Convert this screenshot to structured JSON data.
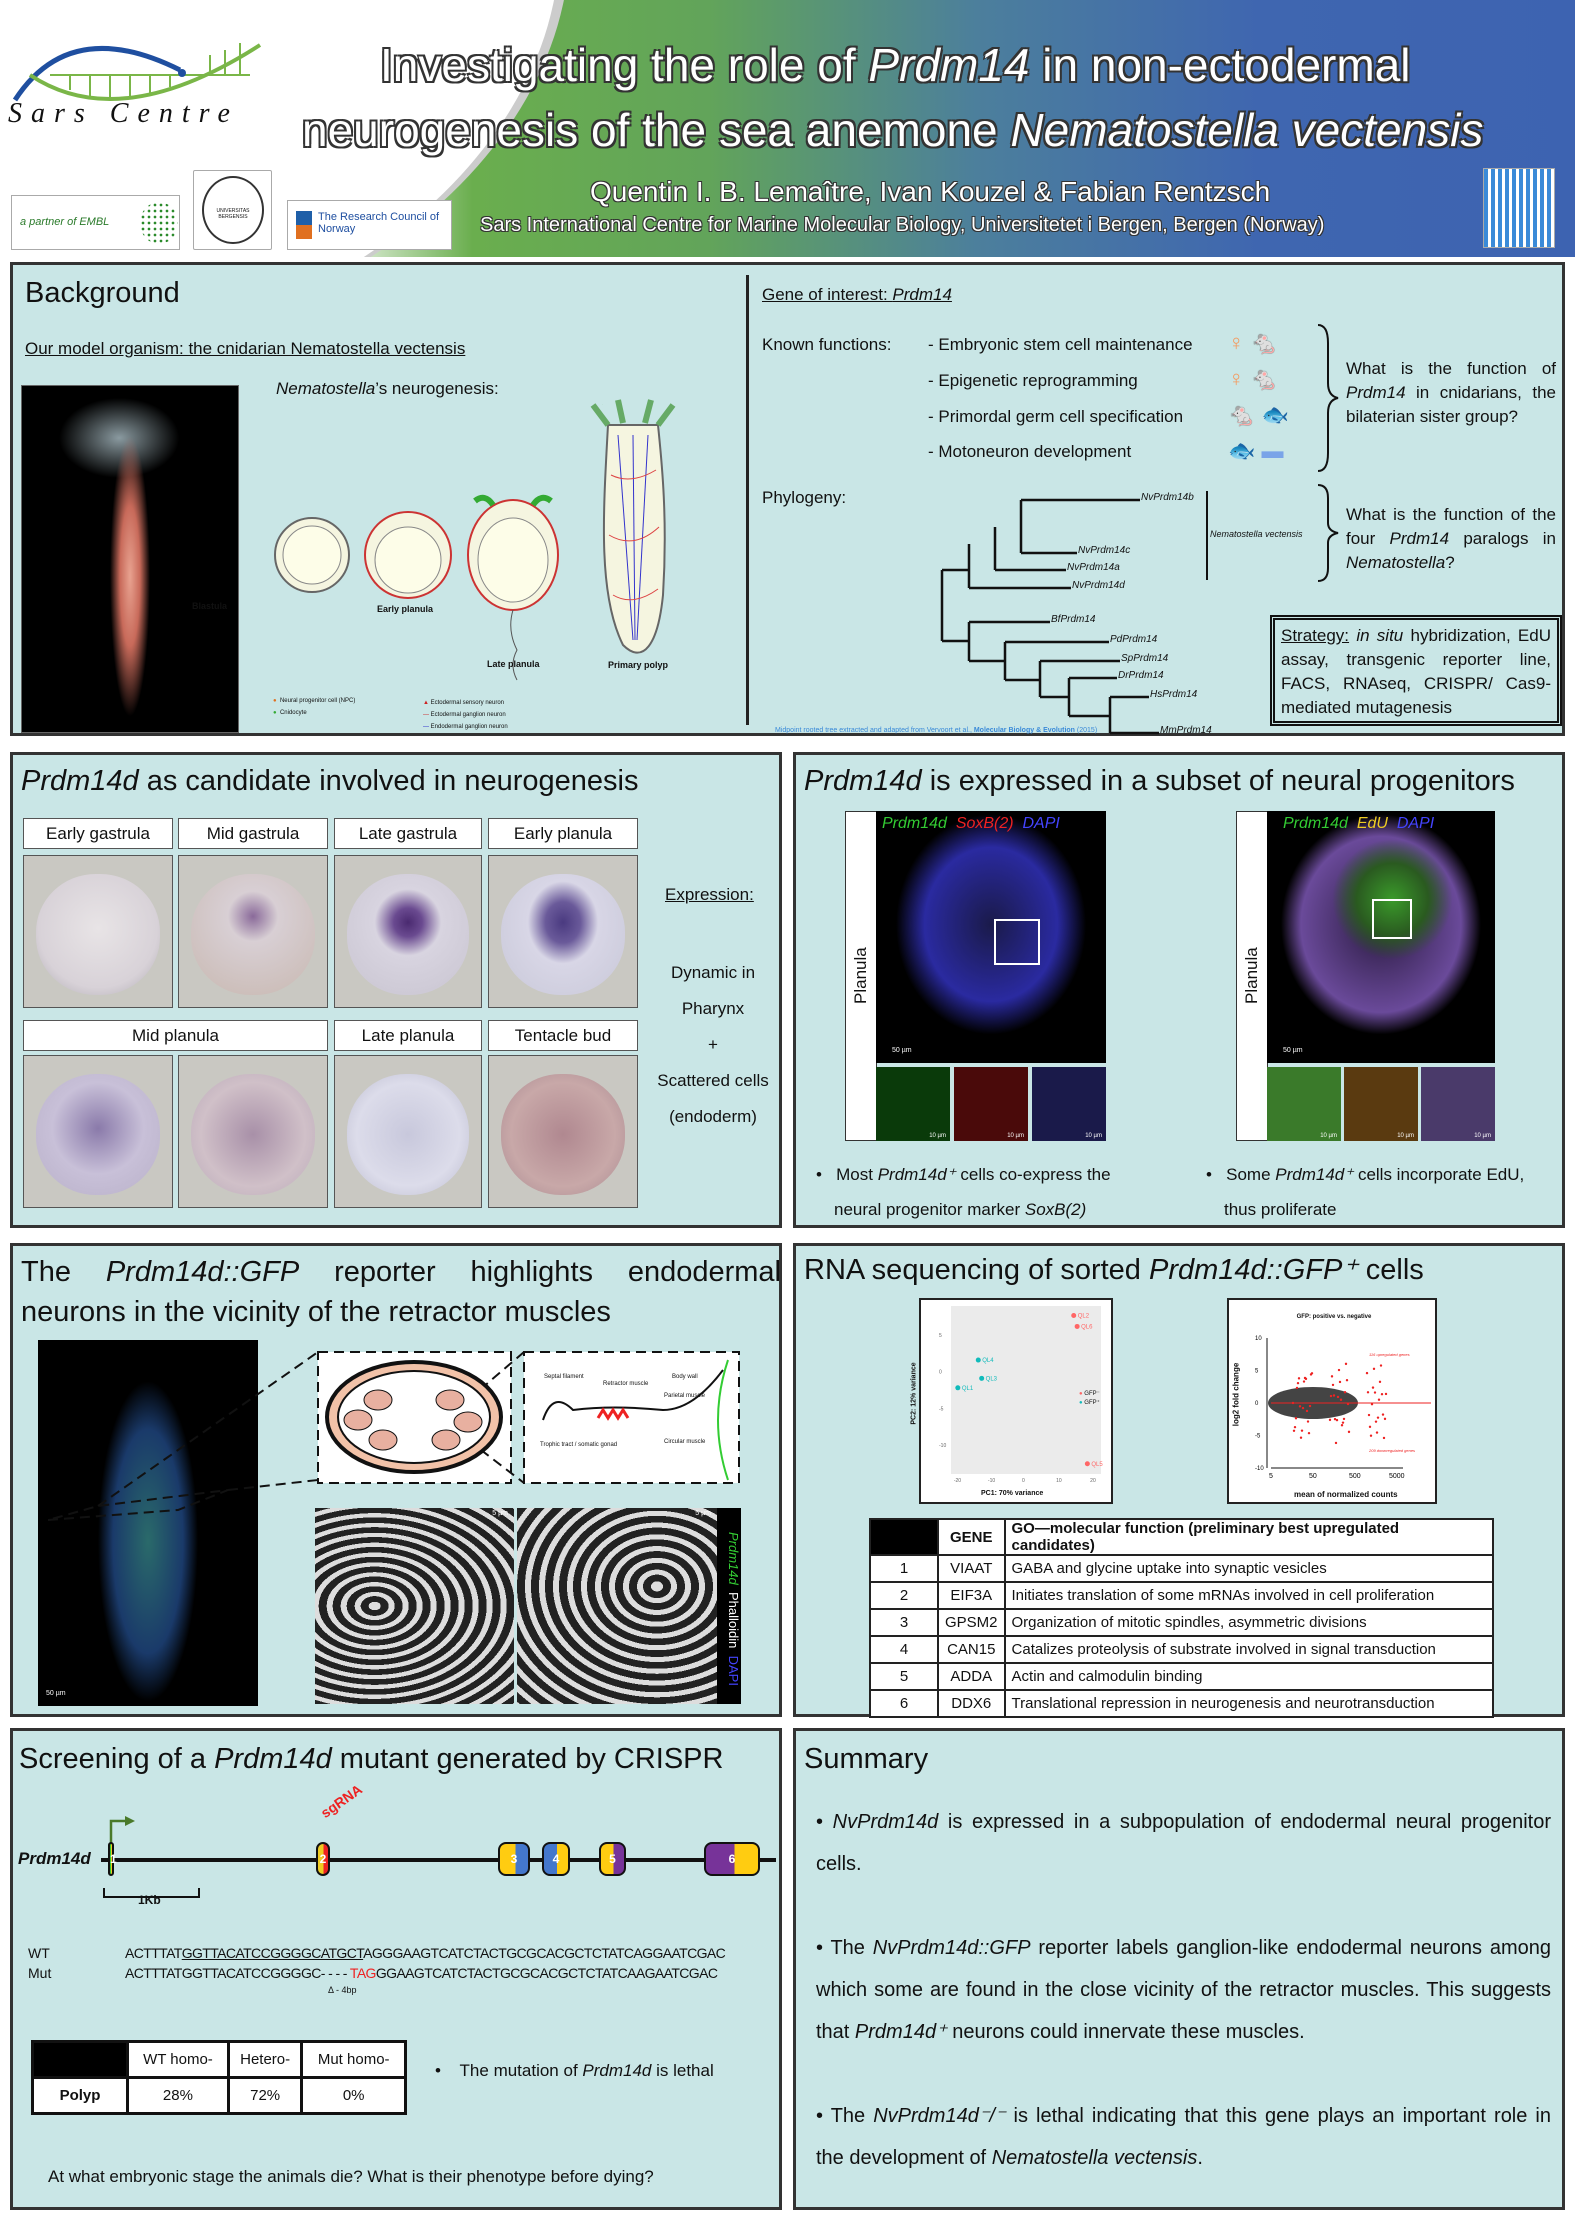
{
  "header": {
    "title_line1_a": "Investigating the role of ",
    "title_line1_b": "Prdm14",
    "title_line1_c": " in non-ectodermal",
    "title_line2_a": "neurogenesis of the sea anemone ",
    "title_line2_b": "Nematostella vectensis",
    "authors": "Quentin I. B. Lemaître, Ivan Kouzel & Fabian Rentzsch",
    "affiliation": "Sars International Centre for Marine Molecular Biology, Universitetet i Bergen, Bergen (Norway)",
    "logo_sars": "Sars Centre",
    "logo_embl": "a partner of EMBL",
    "logo_bergen": "UNIVERSITAS BERGENSIS",
    "logo_rcn": "The Research Council of Norway"
  },
  "background": {
    "title": "Background",
    "model_heading": "Our model organism: the cnidarian Nematostella vectensis",
    "neuro_a": "Nematostella",
    "neuro_b": "’s neurogenesis:",
    "stages": [
      "Blastula",
      "Early planula",
      "Late planula",
      "Primary polyp"
    ],
    "legend": [
      "Neural progenitor cell (NPC)",
      "Cnidocyte",
      "Ectodermal sensory neuron",
      "Ectodermal ganglion neuron",
      "Endodermal ganglion neuron"
    ],
    "gene_heading_a": "Gene of interest: ",
    "gene_heading_b": "Prdm14",
    "known_label": "Known functions:",
    "functions": [
      "- Embryonic stem cell maintenance",
      "- Epigenetic reprogramming",
      "- Primordal germ cell specification",
      "- Motoneuron development"
    ],
    "q1_a": "What is the function of ",
    "q1_b": "Prdm14",
    "q1_c": " in cnidarians, the bilaterian sister group?",
    "phylogeny_label": "Phylogeny:",
    "tree_leaves": [
      "NvPrdm14b",
      "NvPrdm14c",
      "NvPrdm14a",
      "NvPrdm14d",
      "BfPrdm14",
      "PdPrdm14",
      "SpPrdm14",
      "DrPrdm14",
      "HsPrdm14",
      "MmPrdm14"
    ],
    "clade_label": "Nematostella vectensis",
    "q2_a": "What is the function of the four ",
    "q2_b": "Prdm14",
    "q2_c": " paralogs in ",
    "q2_d": "Nematostella",
    "q2_e": "?",
    "strategy_label": "Strategy:",
    "strategy_a": "in situ",
    "strategy_b": " hybridization, EdU assay, transgenic reporter line, FACS, RNAseq, CRISPR/ Cas9-mediated mutagenesis",
    "credit_a": "Midpoint rooted tree extracted and adapted from Vervoort et al., ",
    "credit_b": "Molecular Biology & Evolution",
    "credit_c": " (2015)"
  },
  "candidate": {
    "title_a": "Prdm14d",
    "title_b": " as candidate involved in neurogenesis",
    "stages_row1": [
      "Early gastrula",
      "Mid gastrula",
      "Late gastrula",
      "Early planula"
    ],
    "stages_row2": [
      "Mid planula",
      "Late planula",
      "Tentacle bud"
    ],
    "expression_label": "Expression:",
    "expression_lines": [
      "Dynamic in",
      "Pharynx",
      "+",
      "Scattered cells",
      "(endoderm)"
    ]
  },
  "progenitors": {
    "title_a": "Prdm14d",
    "title_b": " is expressed in a subset of neural progenitors",
    "planula": "Planula",
    "img1_ch": [
      "Prdm14d",
      "SoxB(2)",
      "DAPI"
    ],
    "img2_ch": [
      "Prdm14d",
      "EdU",
      "DAPI"
    ],
    "scale": "50 µm",
    "inset_scale": "10 µm",
    "bullet1_a": "Most ",
    "bullet1_b": "Prdm14d⁺",
    "bullet1_c": " cells co-express the neural progenitor marker ",
    "bullet1_d": "SoxB(2)",
    "bullet2_a": "Some ",
    "bullet2_b": "Prdm14d⁺",
    "bullet2_c": " cells incorporate EdU, thus proliferate"
  },
  "reporter": {
    "title_a": "The ",
    "title_b": "Prdm14d::GFP",
    "title_c": " reporter highlights endodermal neurons in the vicinity of the retractor muscles",
    "scale": "50 µm",
    "small_scale": "5 µm",
    "schema_labels": [
      "Septal filament",
      "Retractor muscle",
      "Body wall",
      "Parietal muscle",
      "Trophic tract / somatic gonad",
      "Circular muscle"
    ],
    "channels": [
      "Prdm14d",
      "Phalloidin",
      "DAPI"
    ]
  },
  "rnaseq": {
    "title_a": "RNA sequencing  of sorted ",
    "title_b": "Prdm14d::GFP⁺",
    "title_c": " cells",
    "pca": {
      "xlabel": "PC1: 70% variance",
      "ylabel": "PC2: 12% variance",
      "legend": [
        "GFP⁻",
        "GFP⁺"
      ],
      "points": [
        {
          "label": "QL2",
          "x": 14,
          "y": 7.7,
          "group": 0
        },
        {
          "label": "QL6",
          "x": 15,
          "y": 6.2,
          "group": 0
        },
        {
          "label": "QL5",
          "x": 18,
          "y": -12.6,
          "group": 0
        },
        {
          "label": "QL4",
          "x": -14,
          "y": 1.6,
          "group": 1
        },
        {
          "label": "QL3",
          "x": -13,
          "y": -0.9,
          "group": 1
        },
        {
          "label": "QL1",
          "x": -20,
          "y": -2.2,
          "group": 1
        }
      ],
      "xticks": [
        "-20",
        "-10",
        "0",
        "10",
        "20"
      ],
      "yticks": [
        "5",
        "0",
        "-5",
        "-10"
      ]
    },
    "ma": {
      "title": "GFP: positive vs. negative",
      "xlabel": "mean of normalized counts",
      "ylabel": "log2 fold change",
      "xticks": [
        "5",
        "50",
        "500",
        "5000"
      ],
      "yticks": [
        "10",
        "5",
        "0",
        "-5",
        "-10"
      ],
      "up": "116 upregulated genes",
      "down": "209 downregulated genes"
    },
    "table": {
      "headers": [
        "",
        "GENE",
        "GO—molecular function (preliminary best upregulated candidates)"
      ],
      "rows": [
        [
          "1",
          "VIAAT",
          "GABA and glycine uptake into synaptic vesicles"
        ],
        [
          "2",
          "EIF3A",
          "Initiates translation of some mRNAs involved in cell proliferation"
        ],
        [
          "3",
          "GPSM2",
          "Organization of mitotic spindles, asymmetric divisions"
        ],
        [
          "4",
          "CAN15",
          "Catalizes proteolysis  of substrate involved in signal transduction"
        ],
        [
          "5",
          "ADDA",
          "Actin and calmodulin binding"
        ],
        [
          "6",
          "DDX6",
          "Translational repression in neurogenesis and neurotransduction"
        ]
      ]
    }
  },
  "crispr": {
    "title_a": "Screening of a ",
    "title_b": "Prdm14d",
    "title_c": " mutant generated by CRISPR",
    "gene": "Prdm14d",
    "sgrna": "sgRNA",
    "exons": [
      "1",
      "2",
      "3",
      "4",
      "5",
      "6"
    ],
    "scale": "1Kb",
    "wt_label": "WT",
    "mut_label": "Mut",
    "wt_a": "ACTTTAT",
    "wt_b": "GGTTACATCCGGGGCATGCT",
    "wt_c": "AGGGAAGTCATCTACTGCGCACGCTCTATCAGGAATCGAC",
    "mut_a": "ACTTTATGGTTACATCCGGGGC- - - - ",
    "mut_b": "TAG",
    "mut_c": "GGAAGTCATCTACTGCGCACGCTCTATCAAGAATCGAC",
    "deletion": "Δ - 4bp",
    "table_headers": [
      "WT homo-",
      "Hetero-",
      "Mut homo-"
    ],
    "row_label": "Polyp",
    "values": [
      "28%",
      "72%",
      "0%"
    ],
    "lethal_a": "The mutation of ",
    "lethal_b": "Prdm14d",
    "lethal_c": " is lethal",
    "question": "At what embryonic stage the animals die? What is their phenotype before dying?"
  },
  "summary": {
    "title": "Summary",
    "b1_a": "NvPrdm14d",
    "b1_b": " is expressed in a subpopulation of endodermal neural progenitor cells.",
    "b2_a": "The ",
    "b2_b": "NvPrdm14d::GFP",
    "b2_c": " reporter labels ganglion-like endodermal neurons among which some are found in the close vicinity of the retractor muscles. This suggests that ",
    "b2_d": "Prdm14d⁺",
    "b2_e": " neurons could innervate these muscles.",
    "b3_a": "The ",
    "b3_b": "NvPrdm14d⁻/⁻",
    "b3_c": " is lethal indicating that this gene plays an important role in the development of ",
    "b3_d": "Nematostella vectensis",
    "b3_e": "."
  }
}
